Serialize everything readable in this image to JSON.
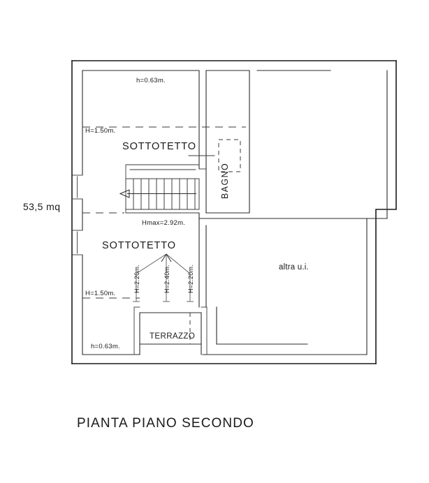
{
  "drawing": {
    "title": "PIANTA PIANO SECONDO",
    "area_label": "53,5 mq",
    "rooms": [
      {
        "key": "sottotetto_top",
        "label": "SOTTOTETTO"
      },
      {
        "key": "sottotetto_bottom",
        "label": "SOTTOTETTO"
      },
      {
        "key": "bagno",
        "label": "BAGNO"
      },
      {
        "key": "terrazzo",
        "label": "TERRAZZO"
      },
      {
        "key": "altra_ui",
        "label": "altra u.i."
      }
    ],
    "dimensions": {
      "top_eave": "h=0.63m.",
      "upper_wall_height": "H=1.50m.",
      "stair_max_height": "Hmax=2.92m.",
      "lower_wall_height": "H=1.50m.",
      "bottom_eave": "h=0.63m.",
      "ridge_left": "H=2.20m.",
      "ridge_center": "H=2.40m.",
      "ridge_right": "H=2.20m."
    }
  },
  "colors": {
    "wall": "#1a1a1a",
    "wall_secondary": "#3a3a3a",
    "text": "#1a1a1a",
    "background": "#ffffff"
  }
}
